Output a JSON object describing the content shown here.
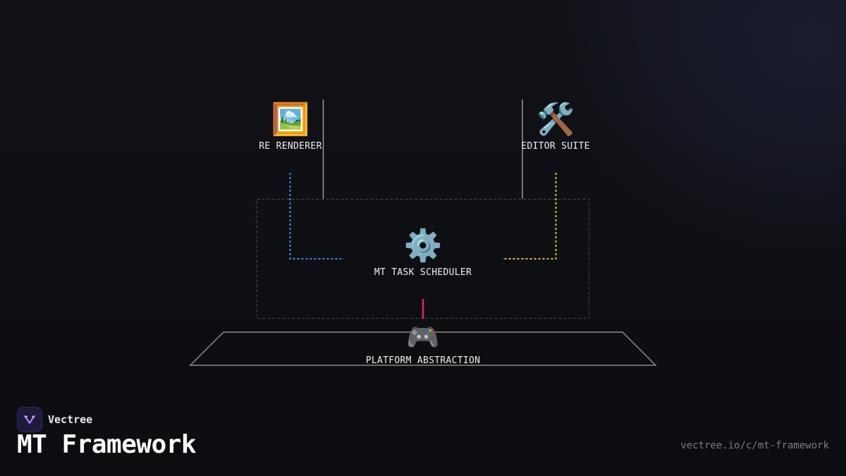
{
  "diagram": {
    "nodes": {
      "renderer": {
        "icon": "🖼️",
        "icon_name": "framed-picture-icon",
        "label": "RE RENDERER"
      },
      "editor": {
        "icon": "🛠️",
        "icon_name": "hammer-and-wrench-icon",
        "label": "EDITOR SUITE"
      },
      "scheduler": {
        "icon": "⚙️",
        "icon_name": "gear-icon",
        "label": "MT TASK SCHEDULER"
      },
      "platform": {
        "icon": "🎮",
        "icon_name": "game-controller-icon",
        "label": "PLATFORM ABSTRACTION"
      }
    },
    "colors": {
      "renderer_link": "#3b8bf0",
      "editor_link": "#e8c21a",
      "platform_link": "#e8245a",
      "frame": "#8a8a8a",
      "dashed_box": "#4a4a52"
    }
  },
  "footer": {
    "brand_name": "Vectree",
    "title": "MT Framework",
    "url": "vectree.io/c/mt-framework"
  }
}
